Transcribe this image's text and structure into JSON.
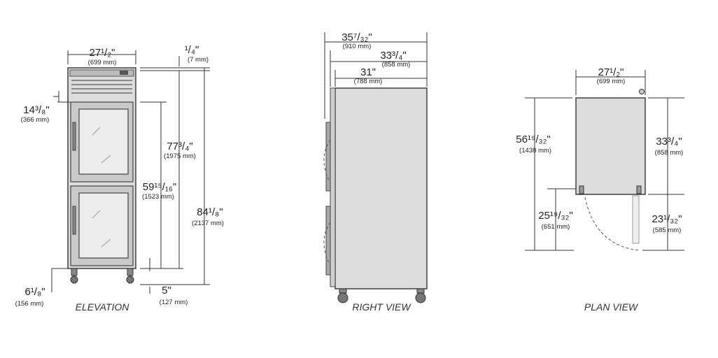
{
  "views": {
    "elevation": {
      "title": "ELEVATION",
      "width": {
        "in": "27¹/₂\"",
        "mm": "(699 mm)"
      },
      "top_gap": {
        "in": "¹/₄\"",
        "mm": "(7 mm)"
      },
      "door_offset": {
        "in": "14³/₈\"",
        "mm": "(366 mm)"
      },
      "height_body": {
        "in": "77³/₄\"",
        "mm": "(1975 mm)"
      },
      "door_height": {
        "in": "59¹⁵/₁₆\"",
        "mm": "(1523 mm)"
      },
      "overall_height": {
        "in": "84¹/₈\"",
        "mm": "(2137 mm)"
      },
      "leg_height": {
        "in": "6¹/₈\"",
        "mm": "(156 mm)"
      },
      "caster": {
        "in": "5\"",
        "mm": "(127 mm)"
      }
    },
    "right": {
      "title": "RIGHT VIEW",
      "overall_depth": {
        "in": "35⁷/₃₂\"",
        "mm": "(910 mm)"
      },
      "depth_no_handle": {
        "in": "33³/₄\"",
        "mm": "(858 mm)"
      },
      "cabinet_depth": {
        "in": "31\"",
        "mm": "(788 mm)"
      }
    },
    "plan": {
      "title": "PLAN VIEW",
      "width": {
        "in": "27¹/₂\"",
        "mm": "(699 mm)"
      },
      "total_depth": {
        "in": "56¹⁹/₃₂\"",
        "mm": "(1438 mm)"
      },
      "cabinet_depth": {
        "in": "33³/₄\"",
        "mm": "(858 mm)"
      },
      "door_swing": {
        "in": "25¹⁹/₃₂\"",
        "mm": "(651 mm)"
      },
      "door_clear": {
        "in": "23¹/₃₂\"",
        "mm": "(585 mm)"
      }
    }
  }
}
